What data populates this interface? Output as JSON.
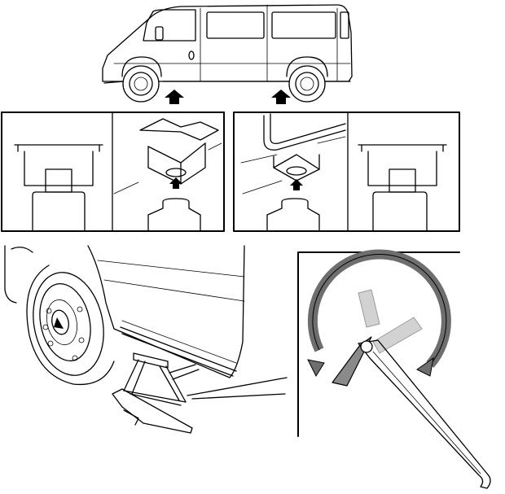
{
  "figure": {
    "panels": [
      "van-side-view",
      "front-jack-point-detail",
      "rear-jack-point-detail",
      "jack-under-van",
      "crank-handle-detail"
    ],
    "icons": [
      "up-arrow-icon",
      "rotate-arrow-icon"
    ],
    "colors": {
      "line": "#000000",
      "background": "#ffffff",
      "handle": "#8a8a8a",
      "arrow": "#6e6e6e",
      "ghost": "#d2d2d2"
    }
  }
}
